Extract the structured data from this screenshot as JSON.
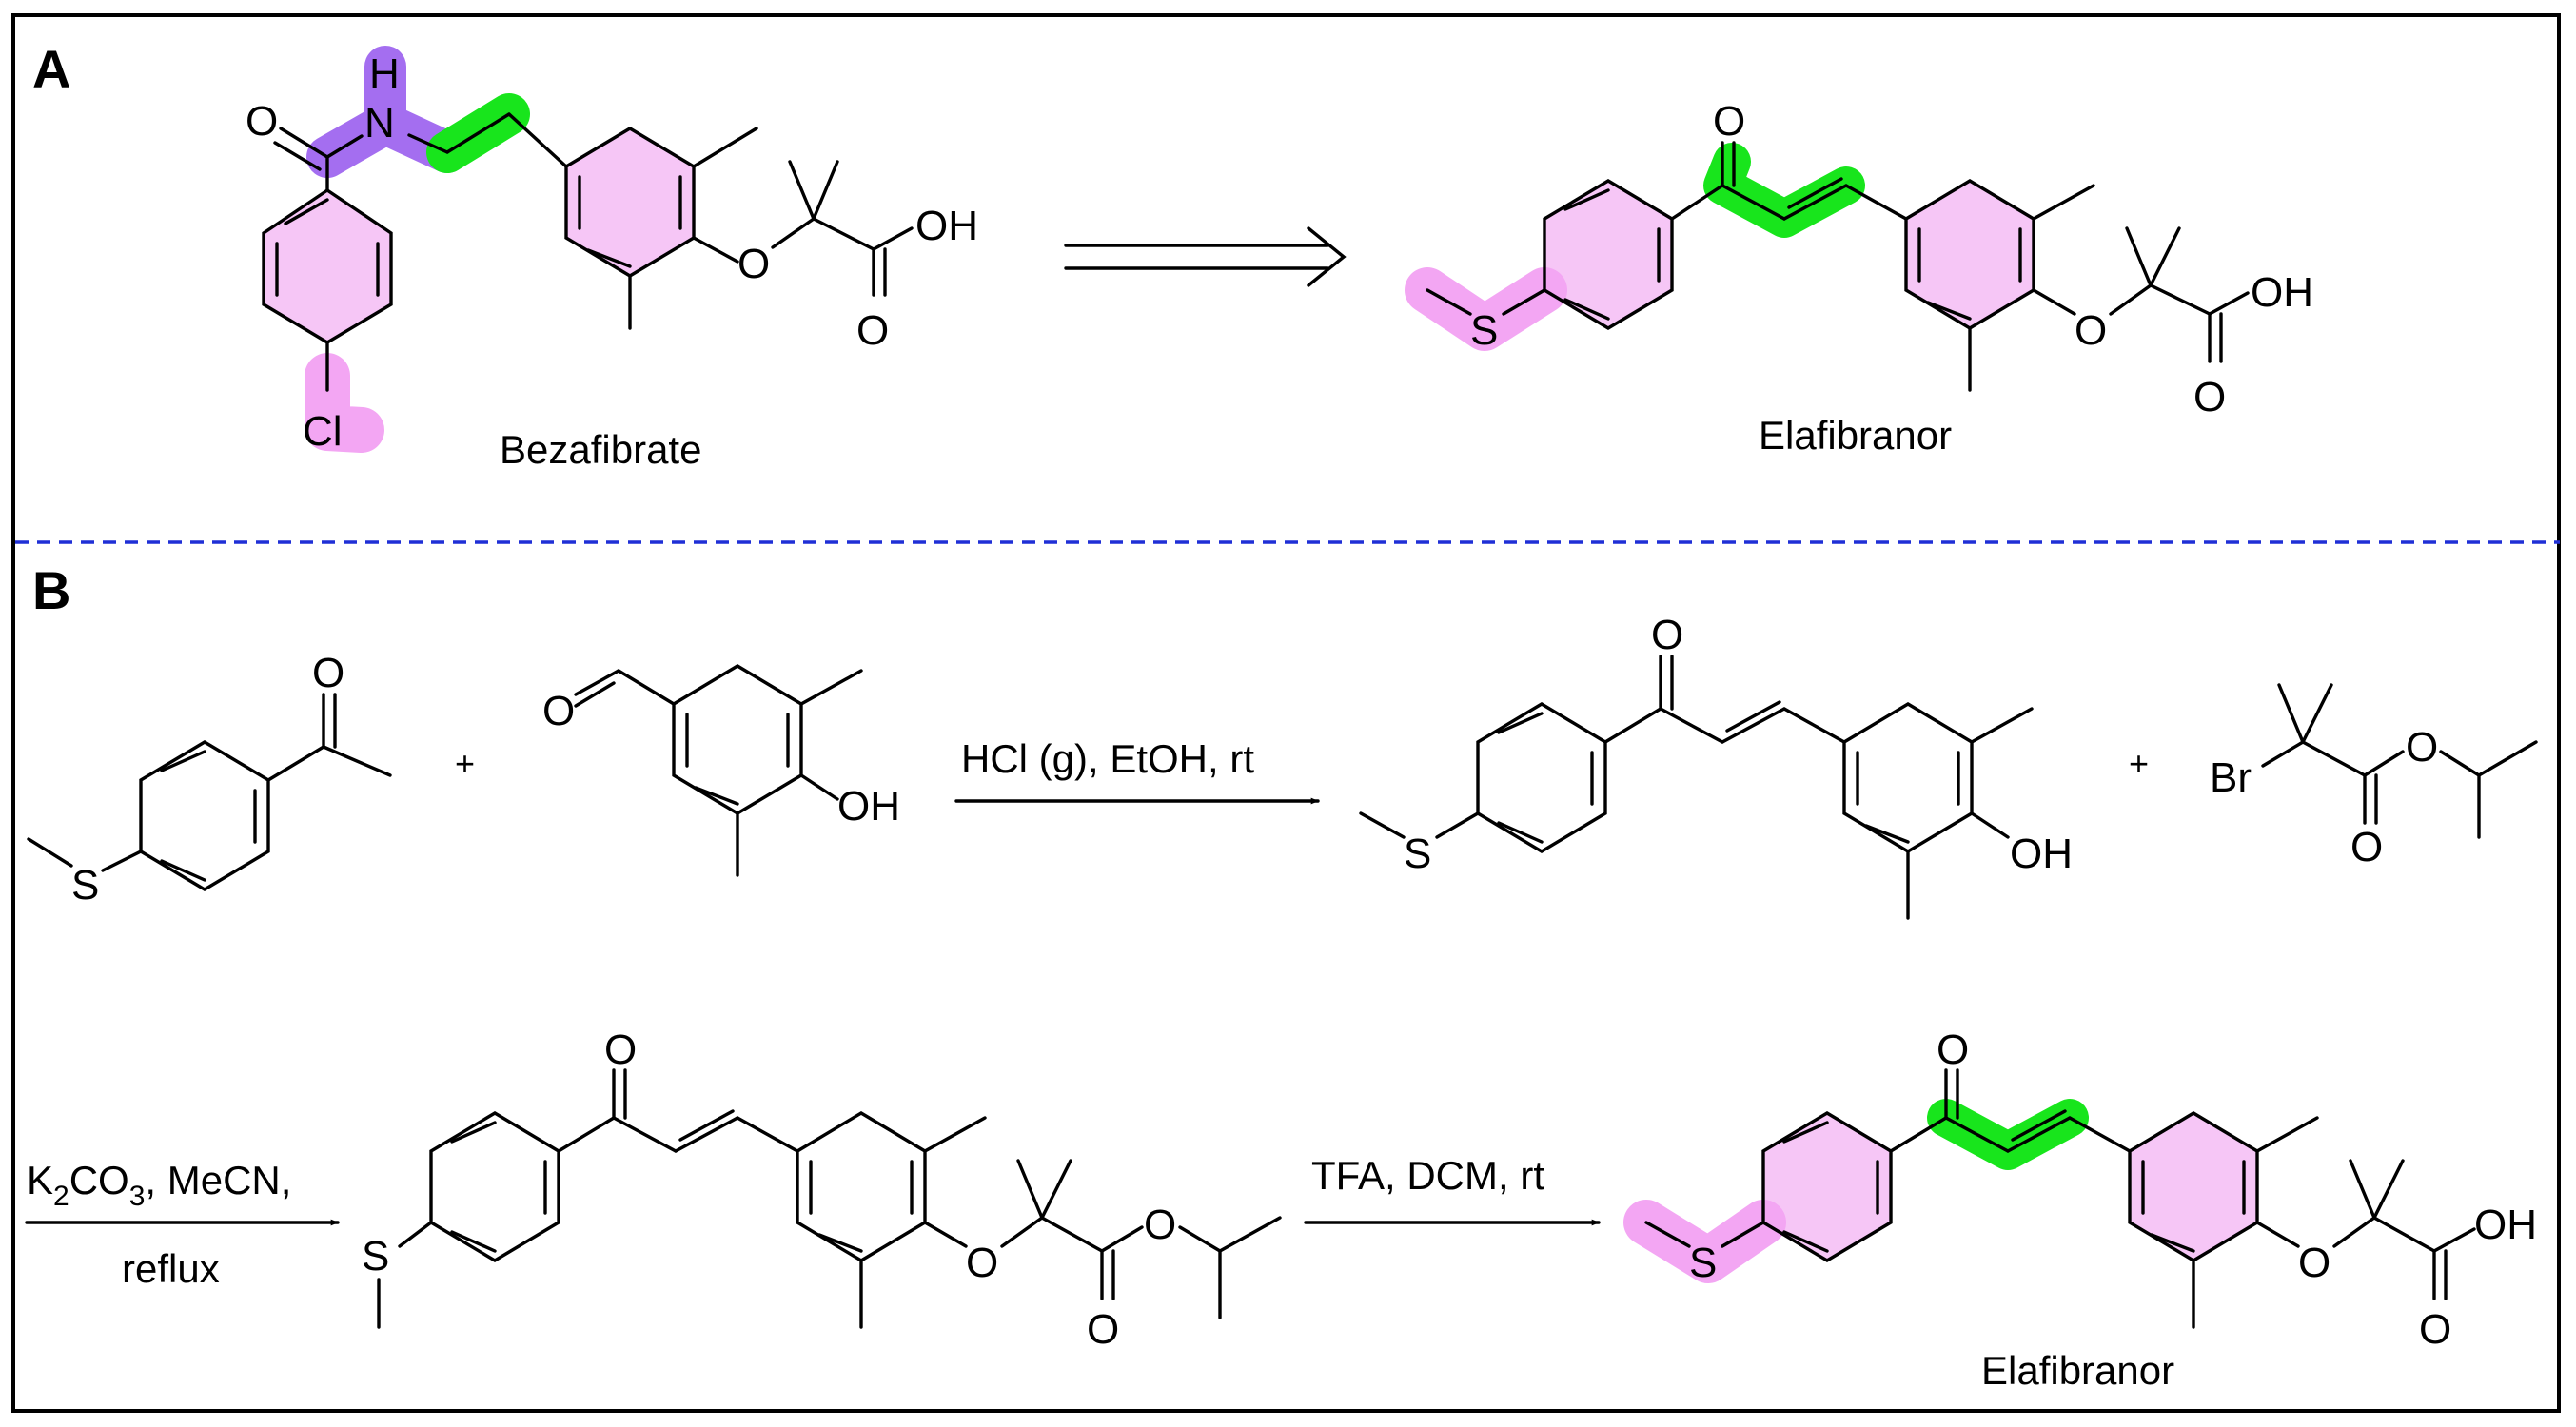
{
  "panels": {
    "a_label": "A",
    "b_label": "B"
  },
  "atoms": {
    "O": "O",
    "N": "N",
    "H": "H",
    "Cl": "Cl",
    "S": "S",
    "OH": "OH",
    "Br": "Br",
    "K": "K",
    "CO": "CO",
    "sub2": "2",
    "sub3": "3"
  },
  "panel_a": {
    "left_compound": "Bezafibrate",
    "right_compound": "Elafibranor"
  },
  "panel_b": {
    "plus": "+",
    "step1_conditions": "HCl (g), EtOH, rt",
    "step2_conditions_line1_rest": ", MeCN,",
    "step2_conditions_line2": "reflux",
    "step3_conditions": "TFA, DCM, rt",
    "product": "Elafibranor"
  },
  "colors": {
    "frame": "#000000",
    "divider": "#1f2fd6",
    "pink_highlight": "#f3a6f3",
    "pink_ring_fill": "#f6c6f6",
    "green_highlight": "#18e51c",
    "purple_highlight": "#a46ef0"
  }
}
